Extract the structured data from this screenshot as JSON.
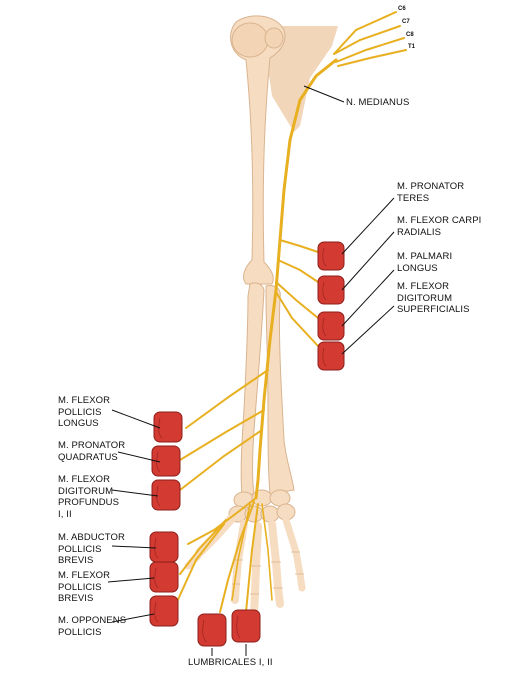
{
  "roots": [
    "C6",
    "C7",
    "C8",
    "T1"
  ],
  "nerve_label": "N. MEDIANUS",
  "muscles_right": [
    {
      "id": "pronator-teres",
      "lines": [
        "M. PRONATOR",
        "TERES"
      ]
    },
    {
      "id": "flexor-carpi-radialis",
      "lines": [
        "M. FLEXOR CARPI",
        "RADIALIS"
      ]
    },
    {
      "id": "palmaris-longus",
      "lines": [
        "M. PALMARI",
        "LONGUS"
      ]
    },
    {
      "id": "flexor-digitorum-superficialis",
      "lines": [
        "M. FLEXOR",
        "DIGITORUM",
        "SUPERFICIALIS"
      ]
    }
  ],
  "muscles_left": [
    {
      "id": "flexor-pollicis-longus",
      "lines": [
        "M. FLEXOR",
        "POLLICIS",
        "LONGUS"
      ]
    },
    {
      "id": "pronator-quadratus",
      "lines": [
        "M. PRONATOR",
        "QUADRATUS"
      ]
    },
    {
      "id": "flexor-digitorum-profundus",
      "lines": [
        "M. FLEXOR",
        "DIGITORUM",
        "PROFUNDUS",
        "I, II"
      ]
    },
    {
      "id": "abductor-pollicis-brevis",
      "lines": [
        "M. ABDUCTOR",
        "POLLICIS",
        "BREVIS"
      ]
    },
    {
      "id": "flexor-pollicis-brevis",
      "lines": [
        "M. FLEXOR",
        "POLLICIS",
        "BREVIS"
      ]
    },
    {
      "id": "opponens-pollicis",
      "lines": [
        "M. OPPONENS",
        "POLLICIS"
      ]
    }
  ],
  "lumbricals_label": "LUMBRICALES I, II",
  "colors": {
    "bone_fill": "#f6dcc0",
    "bone_stroke": "#d9b48f",
    "nerve": "#e8b020",
    "muscle": "#d23a32",
    "muscle_dark": "#8e1f1a",
    "scapula": "#f0cfae",
    "leader": "#111111"
  }
}
